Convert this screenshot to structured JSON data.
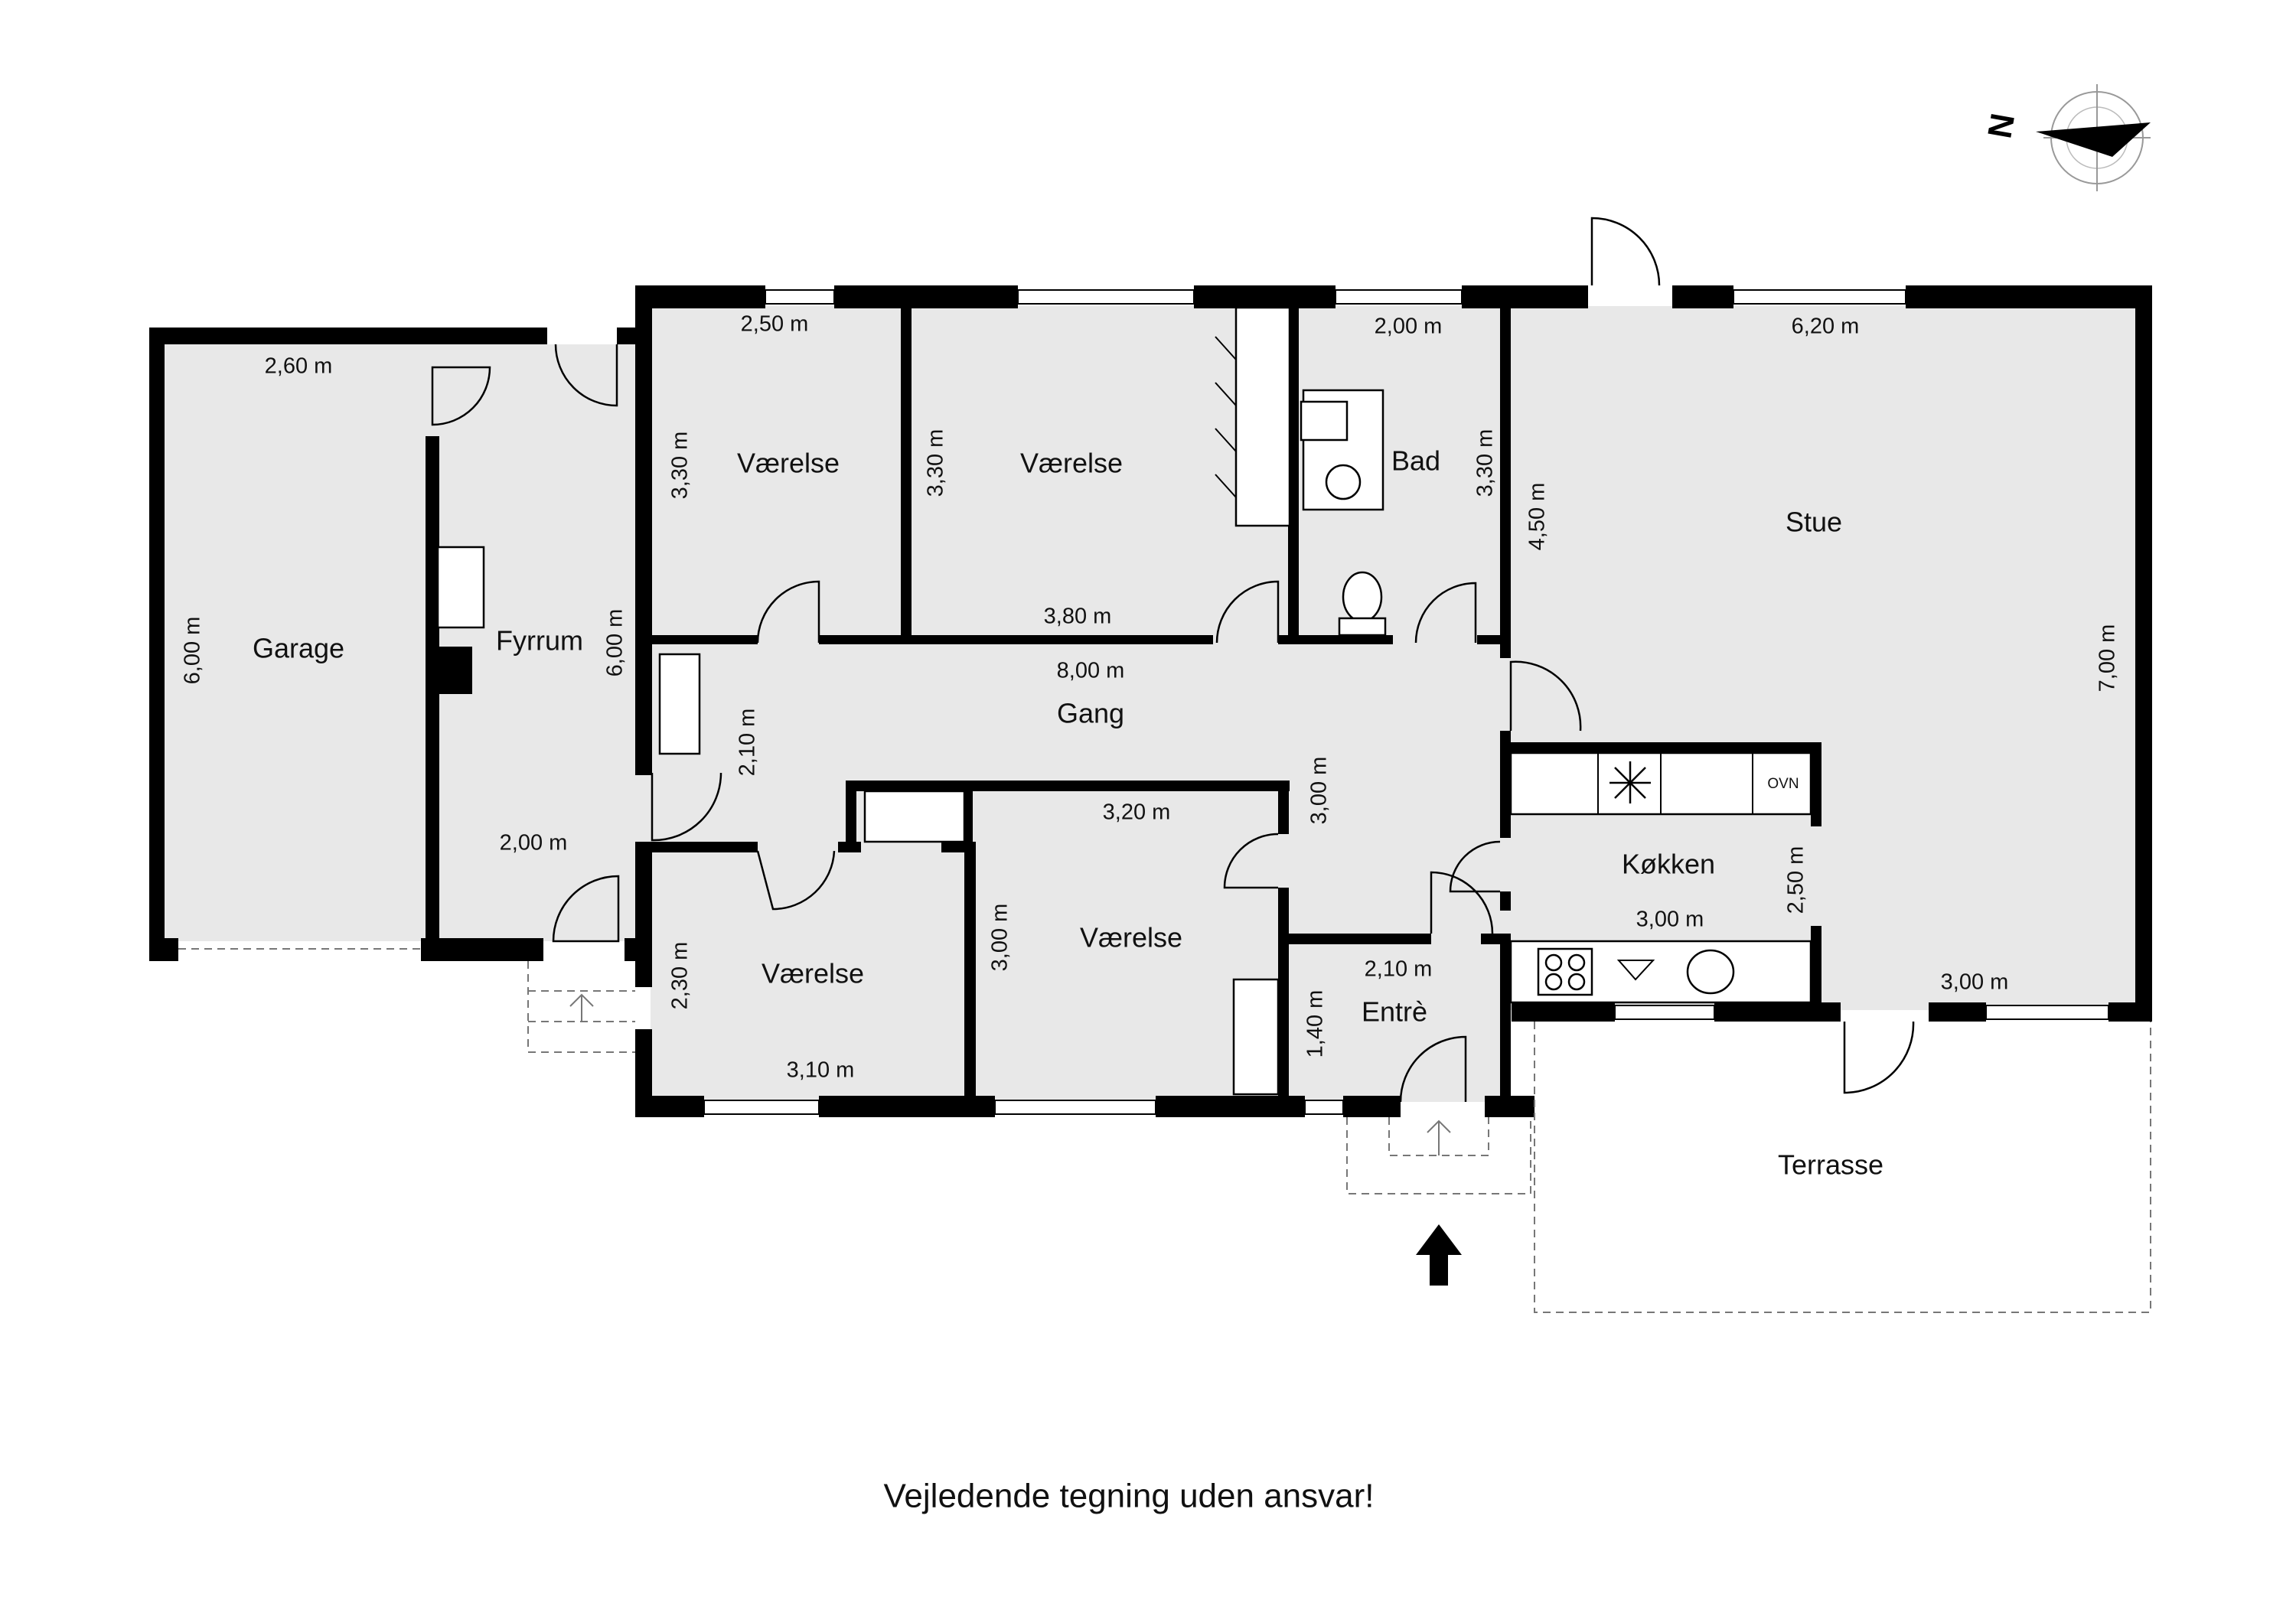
{
  "plan": {
    "rooms": {
      "garage": "Garage",
      "fyrrum": "Fyrrum",
      "vaerelse_1": "Værelse",
      "vaerelse_2": "Værelse",
      "bad": "Bad",
      "stue": "Stue",
      "gang": "Gang",
      "koekken": "Køkken",
      "vaerelse_3": "Værelse",
      "vaerelse_4": "Værelse",
      "entre": "Entrè",
      "terrasse": "Terrasse"
    },
    "dimensions": {
      "garage_w": "2,60 m",
      "garage_h": "6,00 m",
      "fyrrum_h": "6,00 m",
      "fyrrum_w": "2,00 m",
      "vaerelse1_w": "2,50 m",
      "vaerelse1_h": "3,30 m",
      "vaerelse2_h": "3,30 m",
      "vaerelse2_w": "3,80 m",
      "bad_w": "2,00 m",
      "bad_h": "3,30 m",
      "stue_w": "6,20 m",
      "stue_h": "4,50 m",
      "stue_right": "7,00 m",
      "stue_bottom": "3,00 m",
      "gang_w": "8,00 m",
      "gang_h1": "2,10 m",
      "gang_h2": "3,00 m",
      "vaerelse4_w": "3,20 m",
      "vaerelse4_h": "3,00 m",
      "vaerelse3_h": "2,30 m",
      "vaerelse3_w": "3,10 m",
      "koekken_h": "2,50 m",
      "koekken_w": "3,00 m",
      "entre_w": "2,10 m",
      "entre_h": "1,40 m"
    },
    "fixtures": {
      "oven": "OVN"
    },
    "compass": {
      "north": "N"
    }
  },
  "footer": {
    "disclaimer": "Vejledende tegning uden ansvar!"
  },
  "colors": {
    "room_fill": "#e8e8e8",
    "wall": "#000000",
    "background": "#ffffff"
  }
}
